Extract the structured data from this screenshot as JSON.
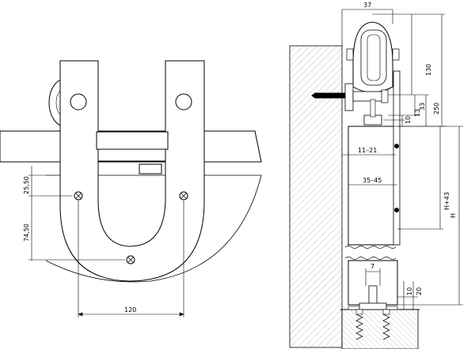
{
  "front_view": {
    "dim_upper_left": "25,50",
    "dim_lower_left": "74,50",
    "dim_bottom": "120"
  },
  "side_view": {
    "dim_top_width": "37",
    "dim_130": "130",
    "dim_250": "250",
    "dim_33": "33",
    "dim_13": "13",
    "dim_10": "10",
    "dim_11_21": "11–21",
    "dim_35_45": "35–45",
    "dim_h": "H",
    "dim_h_plus_43": "H+43",
    "dim_7": "7",
    "dim_bottom_10": "10",
    "dim_bottom_20": "20"
  }
}
